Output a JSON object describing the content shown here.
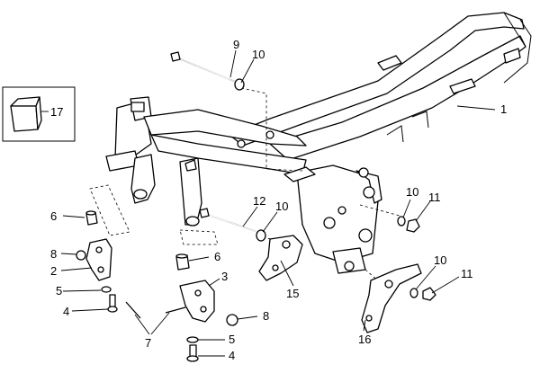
{
  "callouts": {
    "c1": "1",
    "c2": "2",
    "c3": "3",
    "c4a": "4",
    "c4b": "4",
    "c5a": "5",
    "c5b": "5",
    "c6a": "6",
    "c6b": "6",
    "c7": "7",
    "c8a": "8",
    "c8b": "8",
    "c9": "9",
    "c10a": "10",
    "c10b": "10",
    "c10c": "10",
    "c10d": "10",
    "c11a": "11",
    "c11b": "11",
    "c12": "12",
    "c15": "15",
    "c16": "16",
    "c17": "17"
  }
}
